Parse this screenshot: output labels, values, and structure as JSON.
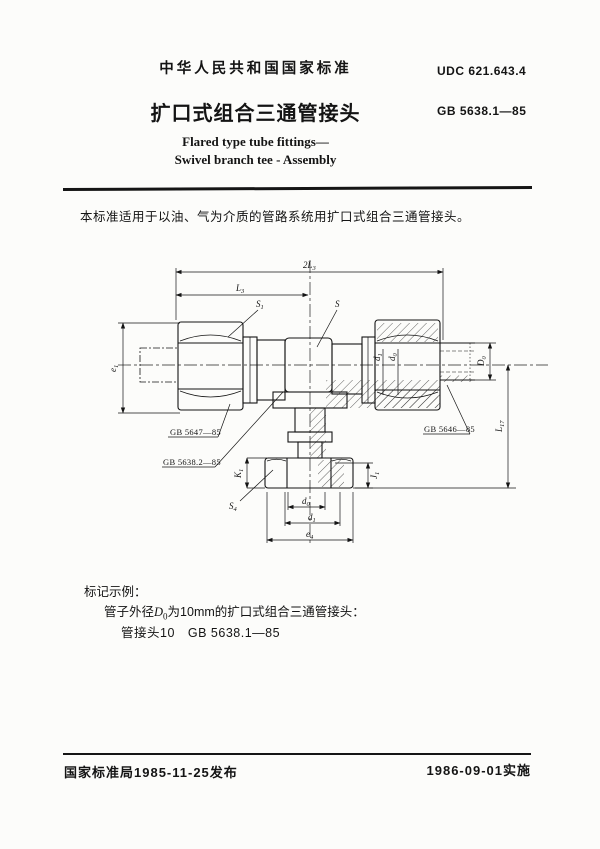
{
  "header": {
    "org": "中华人民共和国国家标准",
    "udc": "UDC 621.643.4",
    "title_zh": "扩口式组合三通管接头",
    "std_no": "GB 5638.1—85",
    "title_en1": "Flared type tube fittings—",
    "title_en2": "Swivel branch tee - Assembly"
  },
  "scope": "本标准适用于以油、气为介质的管路系统用扩口式组合三通管接头。",
  "example": {
    "heading": "标记示例：",
    "line1_pre": "管子外径",
    "line1_symbol": "D",
    "line1_symbol_sub": "0",
    "line1_post": "为10mm的扩口式组合三通管接头：",
    "line2": "管接头10　GB 5638.1—85"
  },
  "drawing": {
    "callouts": {
      "s1_t": "S",
      "s1_sub": "1",
      "s_t": "S",
      "s4_t": "S",
      "s4_sub": "4",
      "gb5647": "GB 5647—85",
      "gb5638_2": "GB 5638.2—85",
      "gb5646": "GB 5646—85"
    },
    "dims": {
      "two_l3_t": "2L",
      "two_l3_sub": "3",
      "l3_t": "L",
      "l3_sub": "3",
      "e1_t": "e",
      "e1_sub": "1",
      "d0_tube_t": "D",
      "d0_tube_sub": "0",
      "l17_t": "L",
      "l17_sub": "17",
      "k1_t": "K",
      "k1_sub": "1",
      "j1_t": "J",
      "j1_sub": "1",
      "d1_top_t": "d",
      "d1_top_sub": "1",
      "d0_top_t": "d",
      "d0_top_sub": "0",
      "d0_bot_t": "d",
      "d0_bot_sub": "0",
      "d1_bot_t": "d",
      "d1_bot_sub": "1",
      "e4_t": "e",
      "e4_sub": "4"
    }
  },
  "footer": {
    "left": "国家标准局1985-11-25发布",
    "right": "1986-09-01实施"
  }
}
